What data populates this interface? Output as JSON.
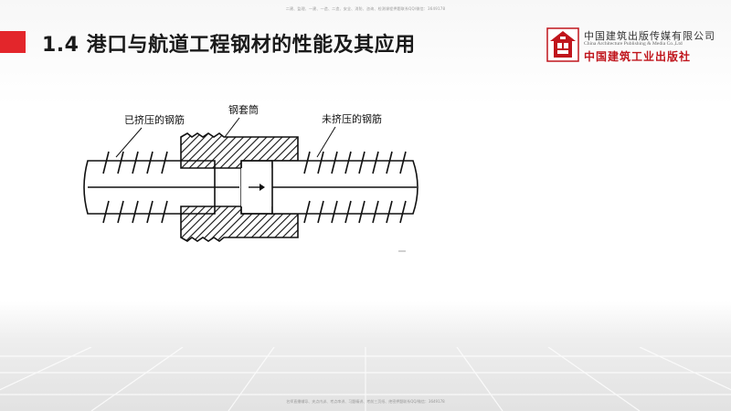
{
  "watermark_top": "二建、监理、一建、一造、二造、安全、消防、咨询、检测课程押题联系QQ/微信：3649178",
  "watermark_bottom": "名师直播辅导、夹点内训、考点串讲、习题精讲、考前三页纸、绝密押题联系QQ/微信：3649178",
  "title": "1.4 港口与航道工程钢材的性能及其应用",
  "publisher": {
    "name_cn": "中国建筑出版传媒有限公司",
    "name_en": "China Architecture Publishing & Media Co.,Ltd",
    "name_calligraphy": "中国建筑工业出版社"
  },
  "diagram": {
    "label_pressed": "已挤压的钢筋",
    "label_sleeve": "钢套筒",
    "label_unpressed": "未挤压的钢筋"
  },
  "colors": {
    "accent": "#e3262b",
    "logo_red": "#c0151c"
  }
}
